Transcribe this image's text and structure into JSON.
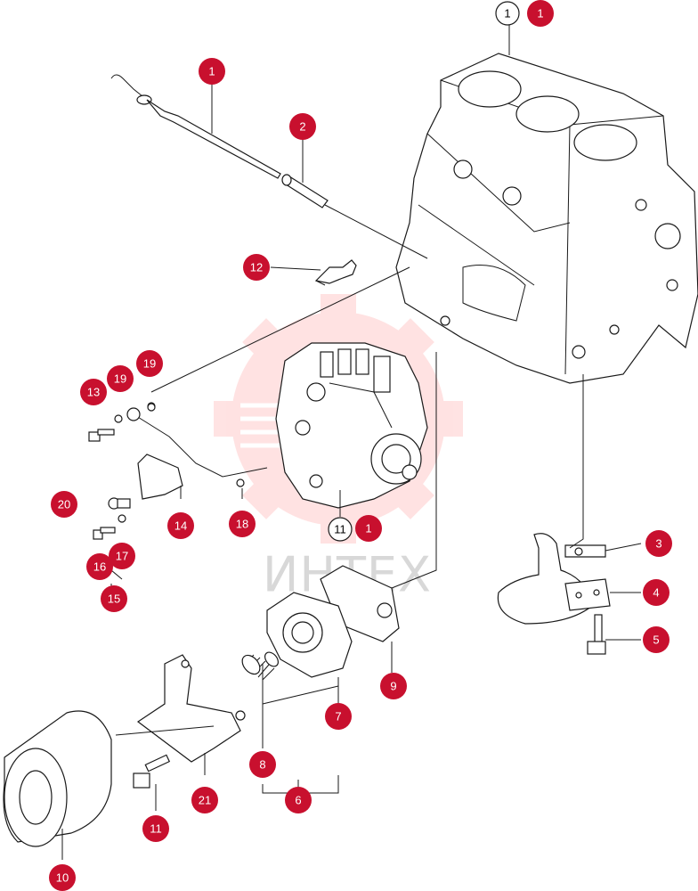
{
  "diagram": {
    "watermark": {
      "text": "ИНТЕХ",
      "color": "#ffcccc"
    },
    "badge_color": "#c8102e",
    "callouts": {
      "c1_top": "1",
      "c1_circle_top": "1",
      "c1_dipstick": "1",
      "c2": "2",
      "c12": "12",
      "c19a": "19",
      "c19b": "19",
      "c13": "13",
      "c20": "20",
      "c14": "14",
      "c18": "18",
      "c11_circle": "11",
      "c1_pump": "1",
      "c16": "16",
      "c17": "17",
      "c15": "15",
      "c3": "3",
      "c4": "4",
      "c5": "5",
      "c9": "9",
      "c7": "7",
      "c8": "8",
      "c6": "6",
      "c21": "21",
      "c11": "11",
      "c10": "10"
    }
  }
}
